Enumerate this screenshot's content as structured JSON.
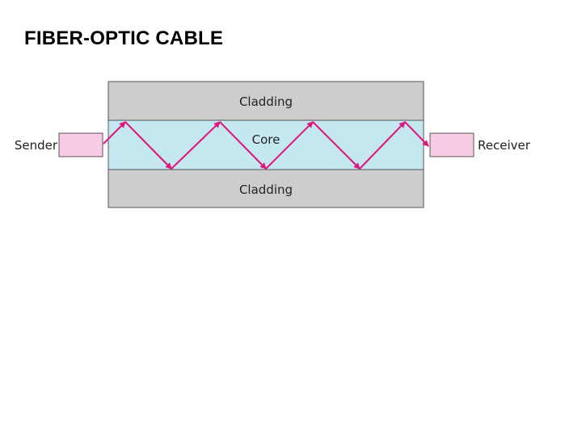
{
  "title": "FIBER-OPTIC CABLE",
  "diagram": {
    "cladding_top_label": "Cladding",
    "core_label": "Core",
    "cladding_bottom_label": "Cladding",
    "sender_label": "Sender",
    "receiver_label": "Receiver"
  },
  "colors": {
    "cladding": "#cdcdcd",
    "core": "#c3e8f0",
    "transceiver": "#f8cce4",
    "light_ray": "#e0157e"
  }
}
